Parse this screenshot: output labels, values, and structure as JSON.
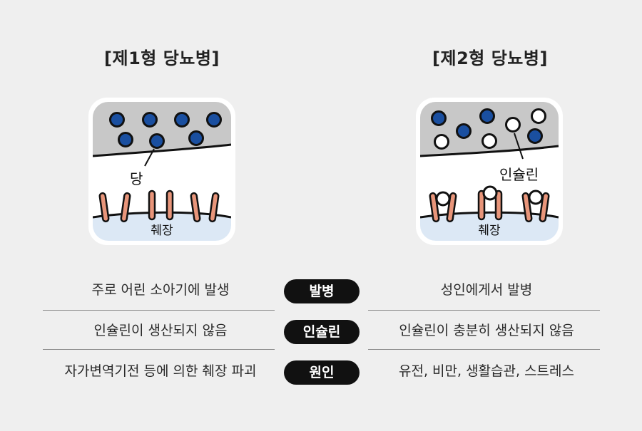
{
  "left_title": "[제1형 당뇨병]",
  "right_title": "[제2형 당뇨병]",
  "left_diagram": {
    "label_sugar": "당",
    "label_pancreas": "췌장"
  },
  "right_diagram": {
    "label_insulin": "인슐린",
    "label_pancreas": "췌장"
  },
  "colors": {
    "glucose": "#1a4fa0",
    "receptor": "#e8957a",
    "blood": "#c8c8c8",
    "pancreas": "#dce8f5"
  },
  "rows": [
    {
      "left": "주로 어린 소아기에 발생",
      "center": "발병",
      "right": "성인에게서 발병"
    },
    {
      "left": "인슐린이 생산되지 않음",
      "center": "인슐린",
      "right": "인슐린이 충분히 생산되지 않음"
    },
    {
      "left": "자가변역기전 등에 의한 췌장 파괴",
      "center": "원인",
      "right": "유전, 비만, 생활습관, 스트레스"
    }
  ]
}
